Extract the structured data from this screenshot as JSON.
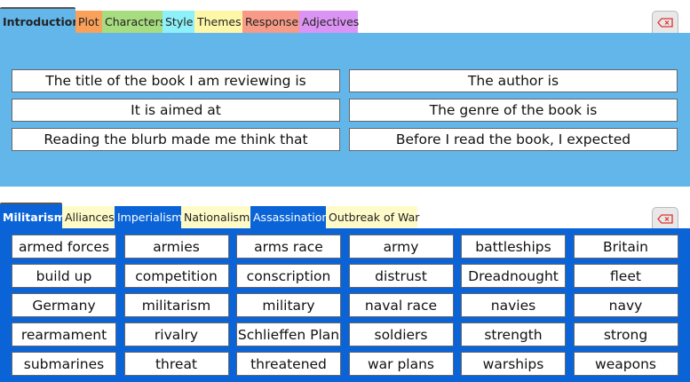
{
  "top": {
    "tabs": [
      {
        "label": "Introduction",
        "color": "#62b6ea",
        "active": true
      },
      {
        "label": "Plot",
        "color": "#f9a05a"
      },
      {
        "label": "Characters",
        "color": "#a8dc80"
      },
      {
        "label": "Style",
        "color": "#8ef0f8"
      },
      {
        "label": "Themes",
        "color": "#fff7a8"
      },
      {
        "label": "Response",
        "color": "#f79a87"
      },
      {
        "label": "Adjectives",
        "color": "#dc94f4"
      }
    ],
    "panel_color": "#62b6ea",
    "phrases": [
      "The title of the book I am reviewing is",
      "The author is",
      "It is aimed at",
      "The genre of the book is",
      "Reading the blurb made me think that",
      "Before I read the book, I expected"
    ],
    "delete_icon": "backspace-icon"
  },
  "bottom": {
    "tabs": [
      {
        "label": "Militarism",
        "color": "#0a64d8",
        "active": true
      },
      {
        "label": "Alliances",
        "color": "#fffbc8"
      },
      {
        "label": "Imperialism",
        "color": "#0a64d8"
      },
      {
        "label": "Nationalism",
        "color": "#fffbc8"
      },
      {
        "label": "Assassination",
        "color": "#0a64d8"
      },
      {
        "label": "Outbreak of War",
        "color": "#fffbc8"
      }
    ],
    "panel_color": "#0a64d8",
    "words": [
      "armed forces",
      "armies",
      "arms race",
      "army",
      "battleships",
      "Britain",
      "build up",
      "competition",
      "conscription",
      "distrust",
      "Dreadnought",
      "fleet",
      "Germany",
      "militarism",
      "military",
      "naval race",
      "navies",
      "navy",
      "rearmament",
      "rivalry",
      "Schlieffen Plan",
      "soldiers",
      "strength",
      "strong",
      "submarines",
      "threat",
      "threatened",
      "war plans",
      "warships",
      "weapons"
    ],
    "delete_icon": "backspace-icon"
  }
}
